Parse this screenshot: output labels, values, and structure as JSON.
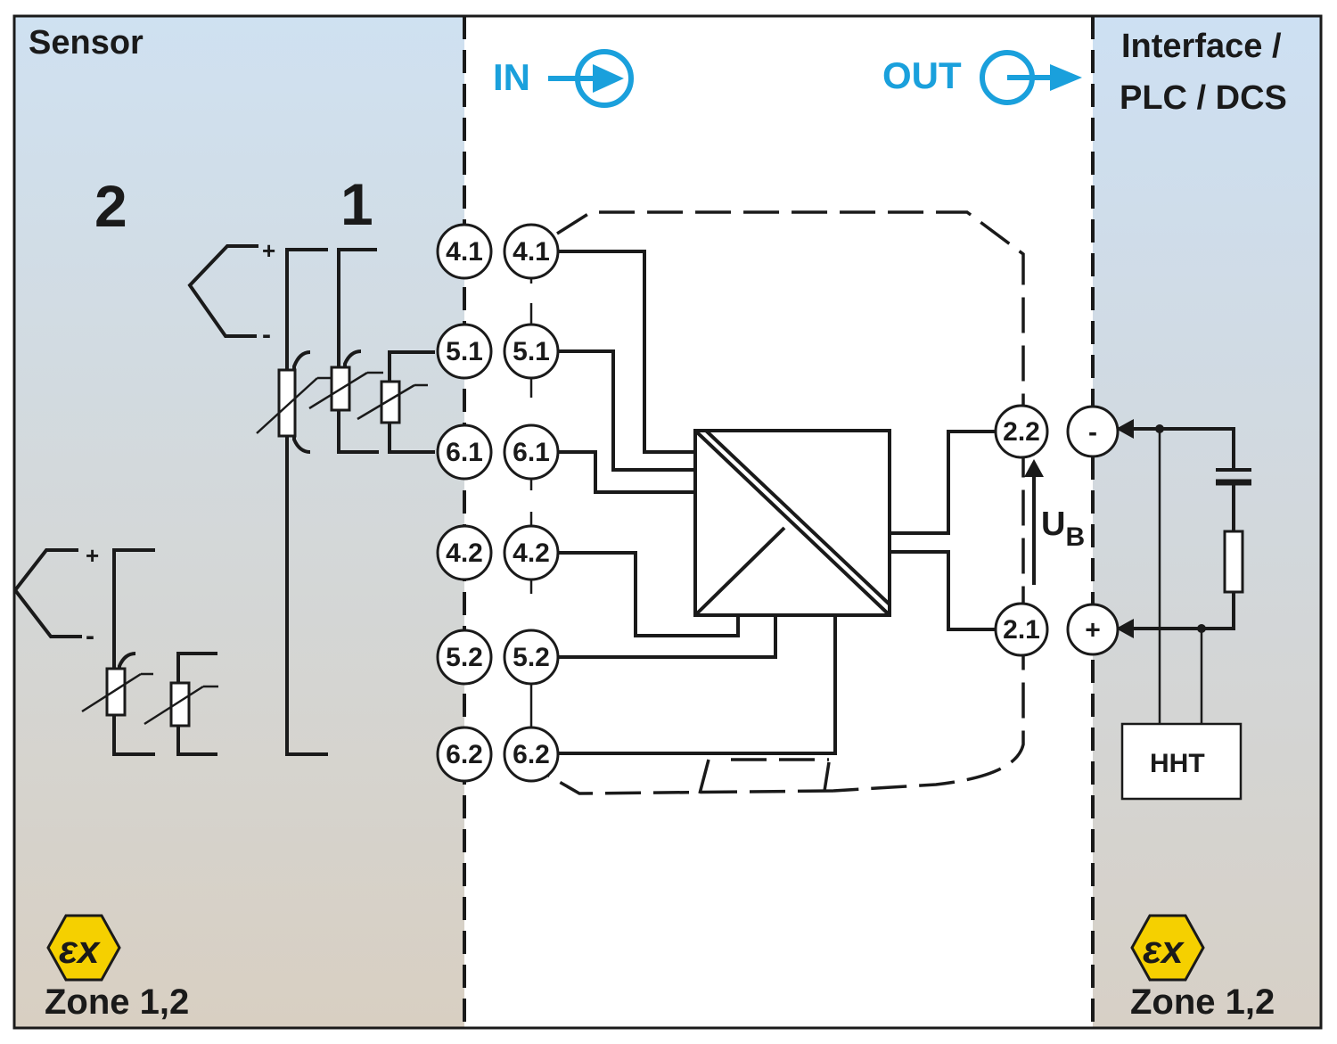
{
  "zones": {
    "sensor_title": "Sensor",
    "interface_title_line1": "Interface /",
    "interface_title_line2": "PLC / DCS",
    "in_label": "IN",
    "out_label": "OUT",
    "zone_left": "Zone 1,2",
    "zone_right": "Zone 1,2",
    "ex_symbol": "εx"
  },
  "sensors": {
    "channel_2": "2",
    "channel_1": "1",
    "plus": "+",
    "minus": "-"
  },
  "terminals": {
    "input_outer": [
      "4.1",
      "5.1",
      "6.1",
      "4.2",
      "5.2",
      "6.2"
    ],
    "input_inner": [
      "4.1",
      "5.1",
      "6.1",
      "4.2",
      "5.2",
      "6.2"
    ],
    "output": [
      "2.2",
      "2.1"
    ],
    "interface": [
      "-",
      "+"
    ]
  },
  "supply": {
    "u": "U",
    "sub": "B"
  },
  "hht": "HHT",
  "colors": {
    "accent": "#1aa0dc",
    "ex_yellow": "#f5d000"
  }
}
